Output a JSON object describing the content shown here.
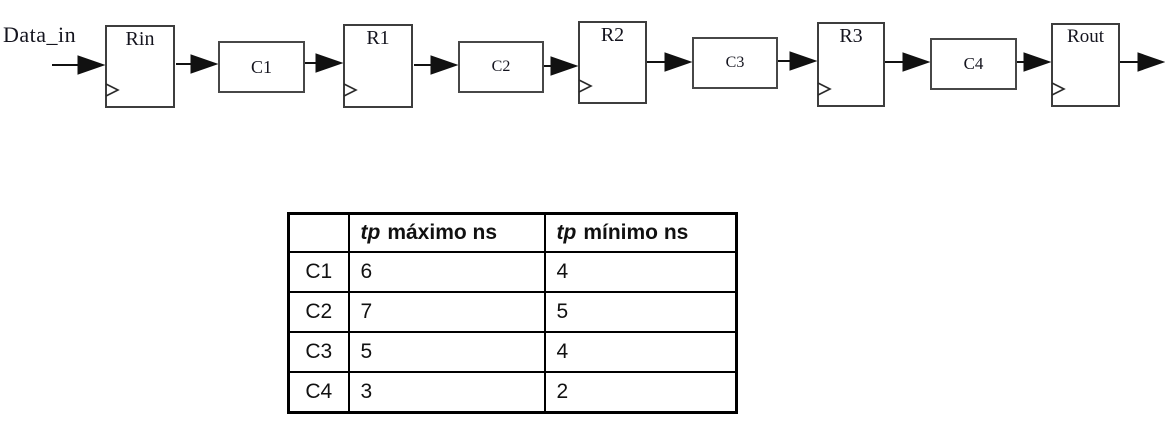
{
  "diagram": {
    "input_label": "Data_in",
    "nodes": [
      {
        "label": "Rin",
        "type": "register"
      },
      {
        "label": "C1",
        "type": "combinational"
      },
      {
        "label": "R1",
        "type": "register"
      },
      {
        "label": "C2",
        "type": "combinational"
      },
      {
        "label": "R2",
        "type": "register"
      },
      {
        "label": "C3",
        "type": "combinational"
      },
      {
        "label": "R3",
        "type": "register"
      },
      {
        "label": "C4",
        "type": "combinational"
      },
      {
        "label": "Rout",
        "type": "register"
      }
    ]
  },
  "table": {
    "tp": "tp",
    "max_label": "máximo ns",
    "min_label": "mínimo ns",
    "rows": [
      {
        "name": "C1",
        "max": "6",
        "min": "4"
      },
      {
        "name": "C2",
        "max": "7",
        "min": "5"
      },
      {
        "name": "C3",
        "max": "5",
        "min": "4"
      },
      {
        "name": "C4",
        "max": "3",
        "min": "2"
      }
    ]
  }
}
